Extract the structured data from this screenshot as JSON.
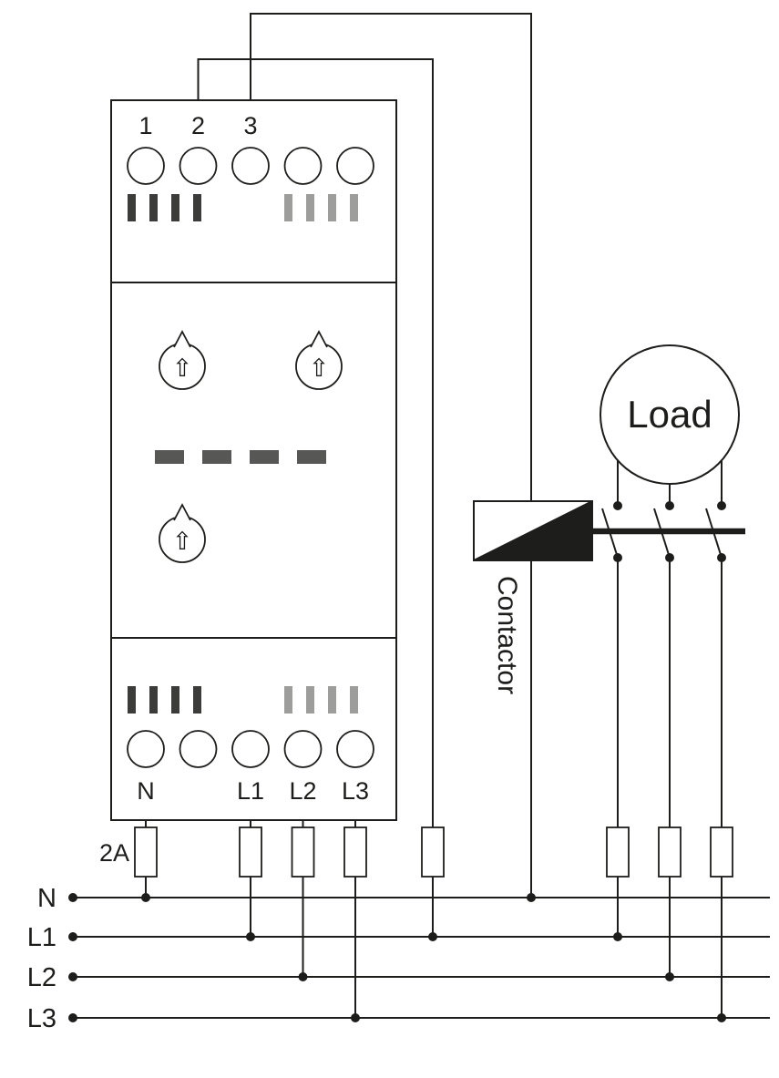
{
  "diagram_type": "three-phase-monitoring-relay-wiring-diagram",
  "device": {
    "top_terminal_numbers": [
      "1",
      "2",
      "3"
    ],
    "bottom_terminal_labels": [
      "N",
      "L1",
      "L2",
      "L3"
    ],
    "knob_arrow_glyph": "⇧"
  },
  "fuse": {
    "rating_label": "2A"
  },
  "contactor": {
    "label": "Contactor"
  },
  "load": {
    "label": "Load"
  },
  "bus": {
    "labels": [
      "N",
      "L1",
      "L2",
      "L3"
    ]
  },
  "colors": {
    "line": "#1d1d1b",
    "vent_dark": "#3c3c3b",
    "vent_light": "#9d9d9c",
    "display_segment": "#575756",
    "background": "#ffffff"
  }
}
